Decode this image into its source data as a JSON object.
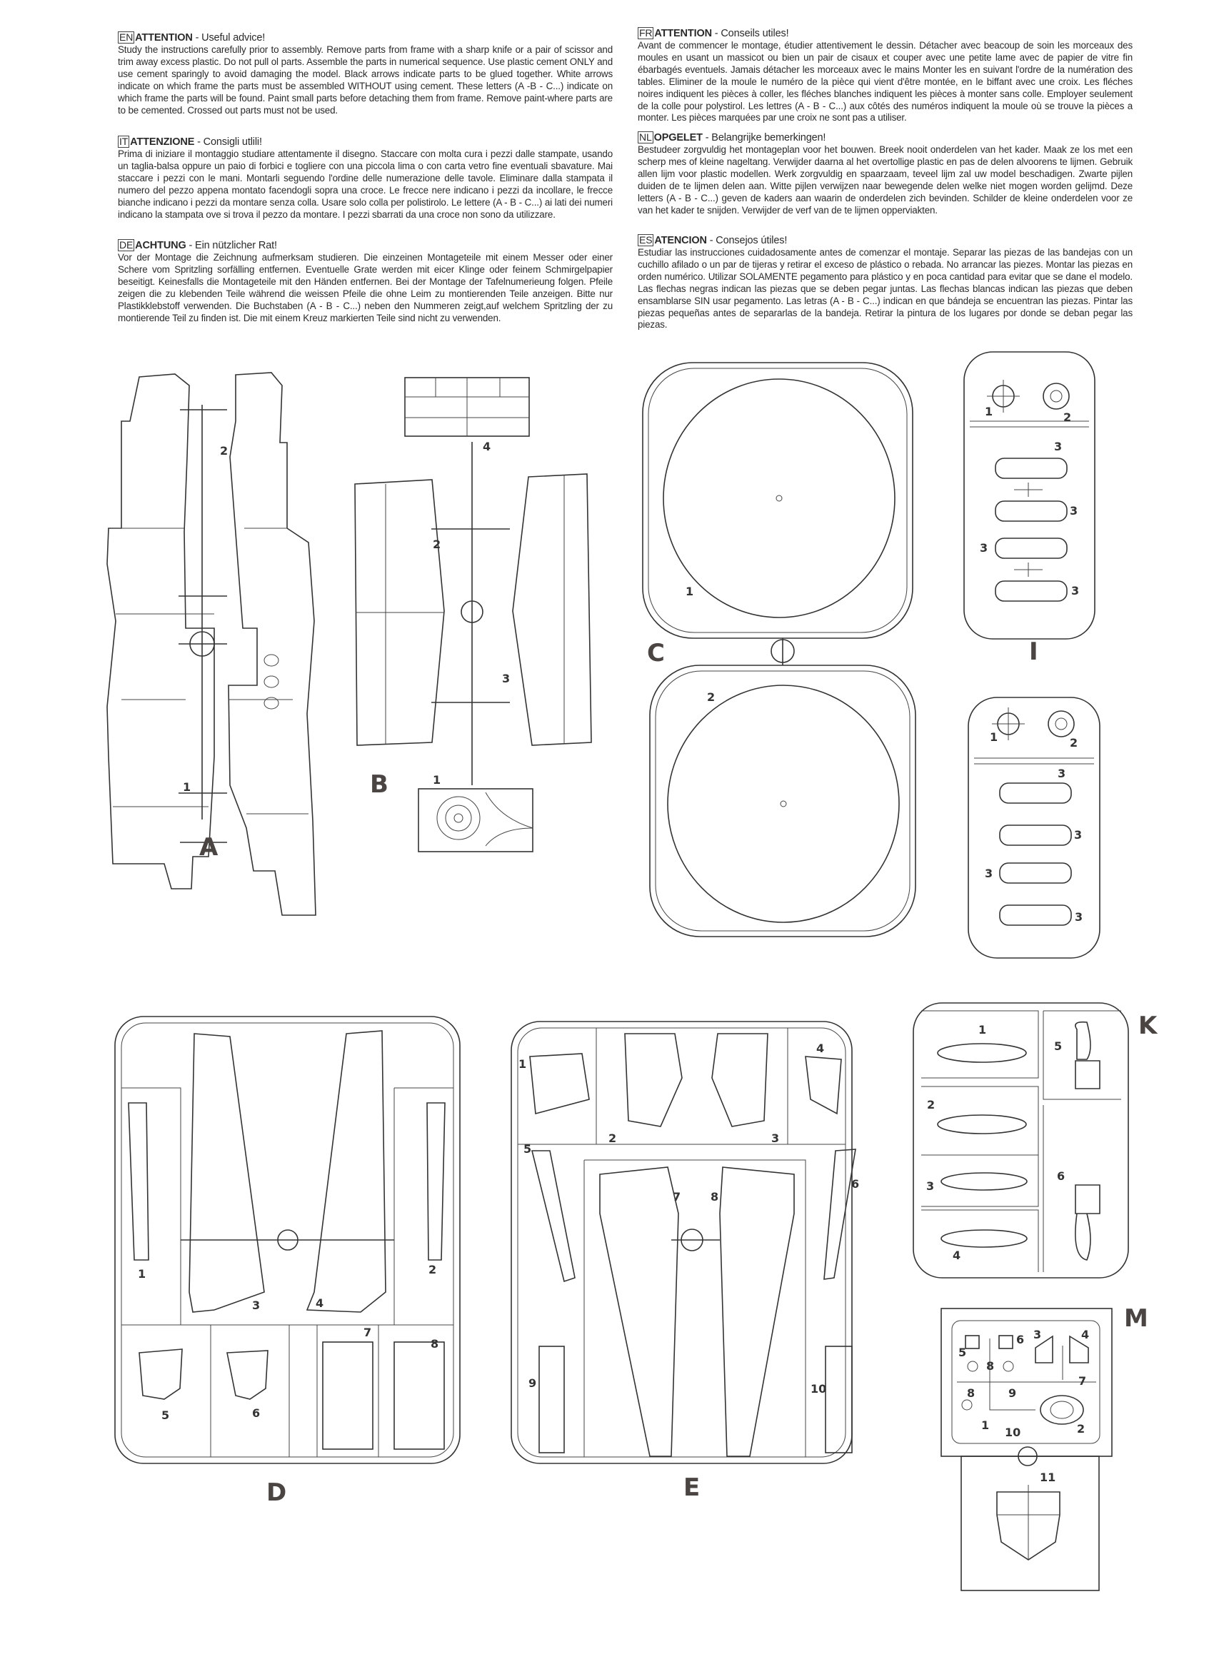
{
  "instructions": [
    {
      "lang": "EN",
      "title": "ATTENTION",
      "subtitle": " - Useful advice!",
      "body": "Study the instructions carefully prior to assembly. Remove parts from frame with a sharp knife or a pair of scissor and trim away excess plastic. Do not pull ol parts. Assemble the parts in numerical sequence. Use plastic cement ONLY and use cement sparingly to avoid damaging the model. Black arrows indicate parts to be glued together. White arrows indicate on which frame the parts must be assembled WITHOUT using cement. These letters (A -B - C...) indicate on which frame the parts will be found. Paint small parts before detaching them from frame. Remove paint-where parts are to be cemented. Crossed out parts must not be used."
    },
    {
      "lang": "IT",
      "title": "ATTENZIONE",
      "subtitle": " - Consigli utlili!",
      "body": "Prima di iniziare il montaggio studiare attentamente il disegno. Staccare con molta cura i pezzi dalle stampate, usando un taglia-balsa oppure un paio di forbici e togliere con una piccola lima o con carta vetro fine eventuali sbavature. Mai staccare i pezzi con le mani. Montarli seguendo l'ordine delle numerazione delle tavole. Eliminare dalla stampata il numero del pezzo appena montato facendogli sopra una croce. Le frecce nere indicano i pezzi da incollare, le frecce bianche indicano i pezzi da montare senza colla. Usare solo colla per polistirolo. Le lettere (A - B - C...) ai lati dei numeri indicano la stampata ove si trova il pezzo da montare. I pezzi sbarrati da una croce non sono da utilizzare."
    },
    {
      "lang": "DE",
      "title": "ACHTUNG",
      "subtitle": " - Ein nützlicher Rat!",
      "body": "Vor der Montage die Zeichnung aufmerksam studieren. Die einzeinen Montageteile mit einem Messer oder einer Schere vom Spritzling sorfälling entfernen. Eventuelle Grate werden mit eicer Klinge oder feinem Schmirgelpapier beseitigt. Keinesfalls die Montageteile mit den Händen entfernen. Bei der Montage der Tafelnumerieung folgen. Pfeile zeigen die zu klebenden Teile während die weissen Pfeile die ohne Leim zu montierenden Teile anzeigen. Bitte nur Plastikklebstoff verwenden. Die Buchstaben (A - B - C...) neben den Nummeren zeigt,auf welchem Spritzling der zu montierende Teil zu finden ist. Die mit einem Kreuz markierten Teile sind nicht zu verwenden."
    },
    {
      "lang": "FR",
      "title": "ATTENTION",
      "subtitle": " - Conseils utiles!",
      "body": "Avant de commencer le montage, étudier attentivement le dessin. Détacher avec beacoup de soin les morceaux des moules en usant un massicot ou bien un pair de cisaux et couper avec une petite lame avec de papier de vitre fin ébarbagés eventuels. Jamais détacher les morceaux avec le mains Monter les en suivant l'ordre de la numération des tables. Eliminer de la moule le numéro de la pièce qui vient d'être montée, en le biffant avec une croix. Les fléches noires indiquent les pièces à coller, les fléches blanches indiquent les pièces à monter sans colle. Employer seulement de la colle pour polystirol. Les lettres (A - B - C...) aux côtés des numéros indiquent la moule où se trouve la pièces a monter. Les pièces marquées par une croix ne sont pas a utiliser."
    },
    {
      "lang": "NL",
      "title": "OPGELET",
      "subtitle": " - Belangrijke bemerkingen!",
      "body": "Bestudeer zorgvuldig het montageplan voor het bouwen. Breek nooit onderdelen van het kader. Maak ze los met een scherp mes of kleine nageltang. Verwijder daarna al het overtollige plastic en pas de delen alvoorens te lijmen. Gebruik allen lijm voor plastic modellen. Werk zorgvuldig en spaarzaam, teveel lijm zal uw model beschadigen. Zwarte pijlen duiden de te lijmen delen aan. Witte pijlen verwijzen naar bewegende delen welke niet mogen worden gelijmd. Deze letters (A - B - C...) geven de kaders aan waarin de onderdelen zich bevinden. Schilder de kleine onderdelen voor ze van het kader te snijden. Verwijder de verf van de te lijmen opperviakten."
    },
    {
      "lang": "ES",
      "title": "ATENCION",
      "subtitle": " - Consejos útiles!",
      "body": "Estudiar las instrucciones cuidadosamente antes de comenzar el montaje. Separar las piezas de las bandejas con un cuchillo afilado o un par de tijeras y retirar el exceso de plástico o rebada. No arrancar las piezes. Montar las piezas en orden numérico. Utilizar SOLAMENTE pegamento para plástico y en poca cantidad para evitar que se dane el modelo. Las flechas negras indican las piezas que se deben pegar juntas. Las flechas blancas indican las piezas que deben ensamblarse SIN usar pegamento. Las letras (A - B - C...) indican en que bándeja se encuentran las piezas. Pintar las piezas pequeñas antes de separarlas de la bandeja. Retirar la pintura de los lugares por donde se deban pegar las piezas."
    }
  ],
  "sprues": {
    "A": {
      "letter": "A",
      "parts": [
        "1",
        "2"
      ]
    },
    "B": {
      "letter": "B",
      "parts": [
        "1",
        "2",
        "3",
        "4"
      ]
    },
    "C": {
      "letter": "C",
      "parts": [
        "1",
        "2"
      ]
    },
    "I": {
      "letter": "I",
      "parts": [
        "1",
        "2",
        "3",
        "3",
        "3",
        "3",
        "1",
        "2",
        "3",
        "3",
        "3",
        "3"
      ]
    },
    "D": {
      "letter": "D",
      "parts": [
        "1",
        "2",
        "3",
        "4",
        "5",
        "6",
        "7",
        "8"
      ]
    },
    "E": {
      "letter": "E",
      "parts": [
        "1",
        "2",
        "3",
        "4",
        "5",
        "6",
        "7",
        "8",
        "9",
        "10"
      ]
    },
    "K": {
      "letter": "K",
      "parts": [
        "1",
        "2",
        "3",
        "4",
        "5",
        "6"
      ]
    },
    "M": {
      "letter": "M",
      "parts": [
        "1",
        "2",
        "3",
        "4",
        "5",
        "6",
        "7",
        "8",
        "8",
        "9",
        "10",
        "11"
      ]
    }
  }
}
